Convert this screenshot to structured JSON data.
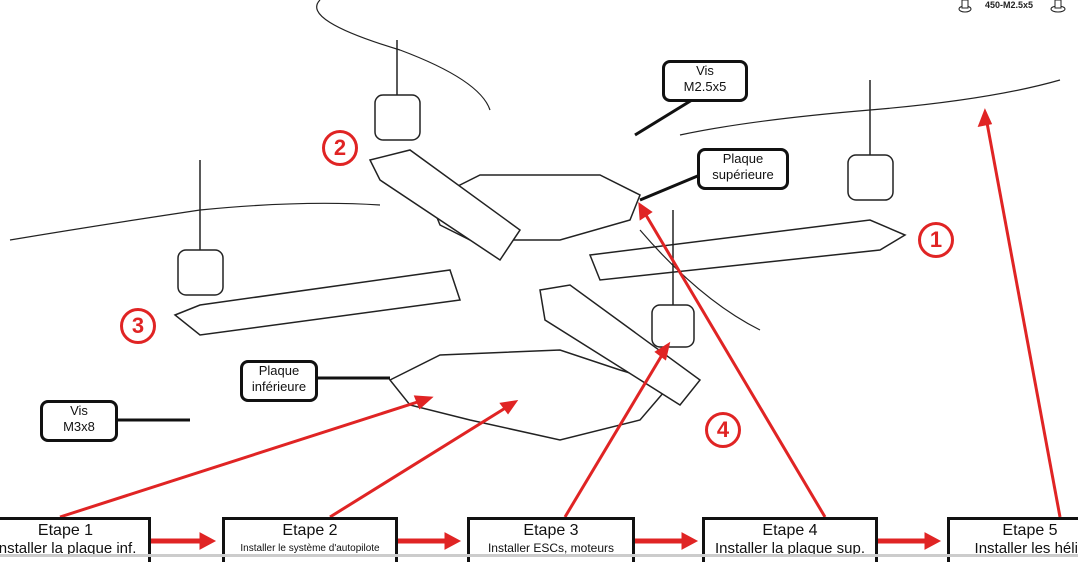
{
  "top_reference": {
    "label": "450-M2.5x5"
  },
  "callouts": [
    {
      "id": "screw-top",
      "lines": [
        "Vis",
        "M2.5x5"
      ]
    },
    {
      "id": "upper-plate",
      "lines": [
        "Plaque",
        "supérieure"
      ]
    },
    {
      "id": "lower-plate",
      "lines": [
        "Plaque",
        "inférieure"
      ]
    },
    {
      "id": "screw-bottom",
      "lines": [
        "Vis",
        "M3x8"
      ]
    }
  ],
  "arm_numbers": [
    "1",
    "2",
    "3",
    "4"
  ],
  "steps": [
    {
      "title": "Etape 1",
      "desc": "Installer la plaque inf."
    },
    {
      "title": "Etape 2",
      "desc": "Installer le système d'autopilote"
    },
    {
      "title": "Etape 3",
      "desc": "Installer ESCs, moteurs"
    },
    {
      "title": "Etape 4",
      "desc": "Installer la plaque sup."
    },
    {
      "title": "Etape 5",
      "desc": "Installer les hélic"
    }
  ],
  "colors": {
    "accent": "#e02424",
    "line": "#111111"
  }
}
